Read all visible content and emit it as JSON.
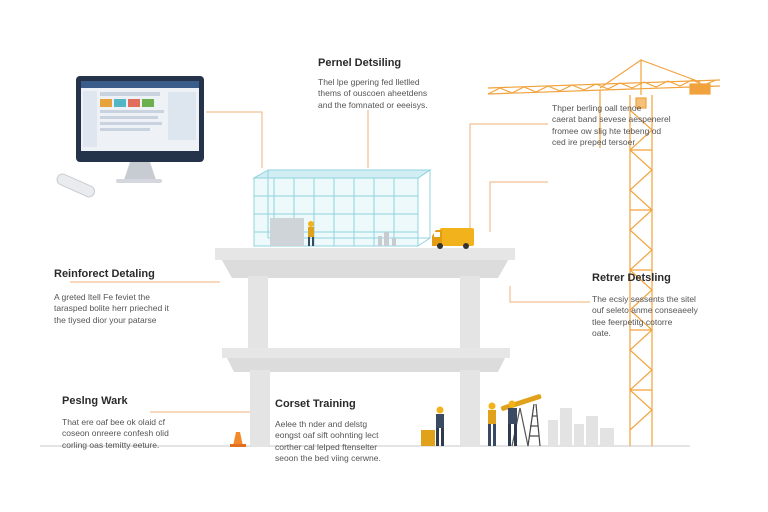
{
  "callouts": {
    "panel": {
      "title": "Pernel Detsiling",
      "body": [
        "Thel lpe gpering fed lletlled",
        "thems of ouscoen aheetdens",
        "and the fomnated or eeeisys."
      ]
    },
    "crane_note": {
      "title": "",
      "body": [
        "Thper berling oall tenoe",
        "caerat band sevese aespenerel",
        "fromee ow slig hte tebeng od",
        "ced ire preped tersoer"
      ]
    },
    "reinforced": {
      "title": "Reinforect Detaling",
      "body": [
        "A greted ltell Fe feviet the",
        "tarasped bolite herr prieched it",
        "the tiysed dior your patarse"
      ]
    },
    "rebar": {
      "title": "Retrer Detsling",
      "body": [
        "The ecsiy sessents the sitel",
        "ouf seleto anme conseaeely",
        "tlee feerpetitg cotorre",
        "oate."
      ]
    },
    "paving": {
      "title": "Peslng Wark",
      "body": [
        "That ere oaf bee ok olaid cf",
        "coseon onreere confesh olid",
        "corling oas temitty eeture."
      ]
    },
    "training": {
      "title": "Corset Training",
      "body": [
        "Aelee th nder and delstg",
        "eongst oaf sift oohnting lect",
        "corther cal lelped ftenselter",
        "seoon the bed viing cerwne."
      ]
    }
  },
  "colors": {
    "crane": "#f2a23c",
    "glass": "#8fd3df",
    "concrete": "#dcdcdc",
    "leader": "#f0b27a",
    "truck": "#f2b21b",
    "monitor_frame": "#24324a"
  },
  "icons": [
    "desktop-monitor-icon",
    "computer-mouse-icon",
    "tower-crane-icon",
    "delivery-truck-icon",
    "worker-icon",
    "surveyor-tripod-icon",
    "ladder-icon",
    "traffic-cone-icon",
    "city-skyline-icon"
  ]
}
